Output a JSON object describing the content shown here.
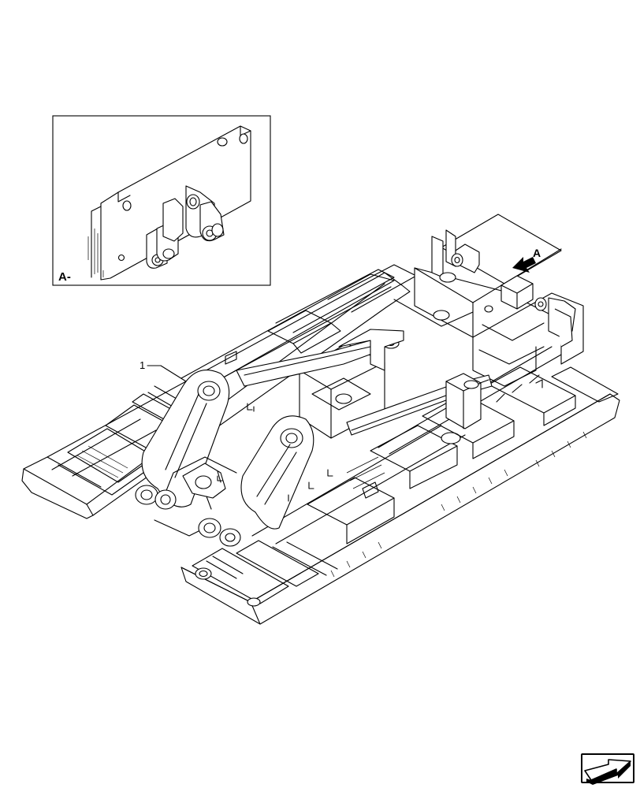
{
  "detail_view": {
    "label": "A-"
  },
  "view_marker": {
    "label": "A"
  },
  "callouts": [
    {
      "number": "1"
    }
  ],
  "icons": {
    "detail_inset": "detail-view-inset",
    "view_arrow": "view-direction-arrow",
    "nav_arrow": "next-page-arrow-icon"
  }
}
